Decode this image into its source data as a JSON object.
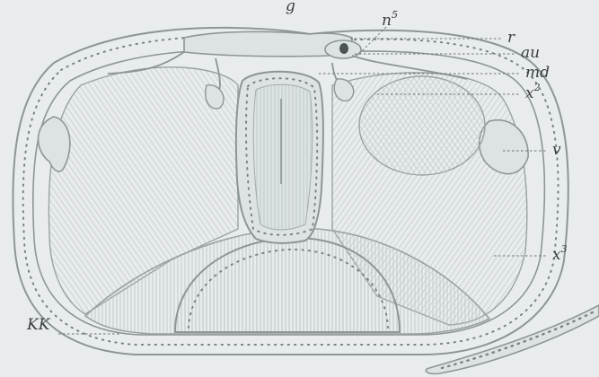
{
  "labels": {
    "top_partial": "g",
    "n5_base": "n",
    "n5_sup": "5",
    "r": "r",
    "au": "au",
    "md": "md",
    "x2_base": "x",
    "x2_sup": "2",
    "v": "v",
    "x3_base": "x",
    "x3_sup": "3",
    "KK": "KK"
  },
  "colors": {
    "background": "#e9ecec",
    "outline": "#8d9596",
    "tissue_fill": "#dde3e3",
    "label_text": "#3b3f41"
  }
}
